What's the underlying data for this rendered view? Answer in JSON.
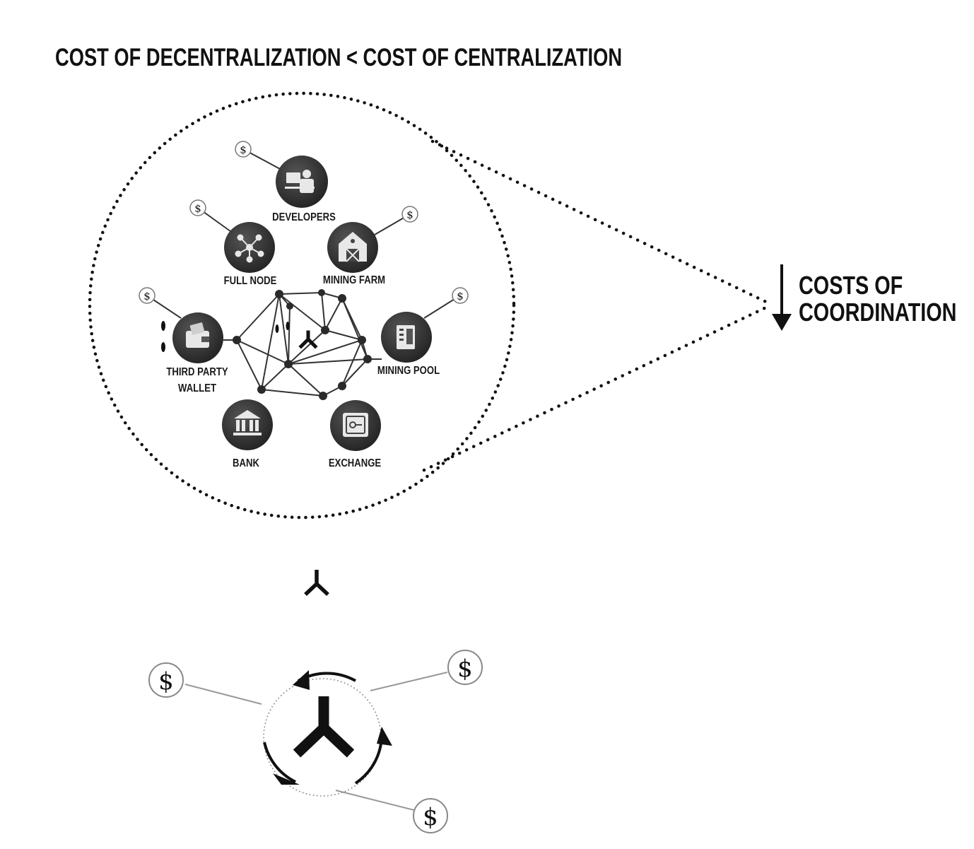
{
  "title": "COST OF DECENTRALIZATION < COST OF CENTRALIZATION",
  "costs_label": {
    "line1": "COSTS OF",
    "line2": "COORDINATION"
  },
  "nodes": {
    "developers": "DEVELOPERS",
    "full_node": "FULL NODE",
    "mining_farm": "MINING FARM",
    "third_party_wallet": "THIRD PARTY WALLET",
    "mining_pool": "MINING POOL",
    "bank": "BANK",
    "exchange": "EXCHANGE"
  },
  "currency_symbol": "$",
  "icons": {
    "developers": "developer-desk-icon",
    "full_node": "network-node-icon",
    "mining_farm": "barn-icon",
    "third_party_wallet": "wallet-icon",
    "mining_pool": "server-rack-icon",
    "bank": "bank-building-icon",
    "exchange": "safe-icon",
    "center_logo": "tri-fork-logo-icon",
    "coins": "dollar-coin-icon",
    "cycle": "circular-arrows-icon",
    "down_arrow": "arrow-down-icon"
  },
  "colors": {
    "ink": "#111111",
    "node_fill": "#3a3a3a",
    "coin_stroke": "#777777"
  }
}
